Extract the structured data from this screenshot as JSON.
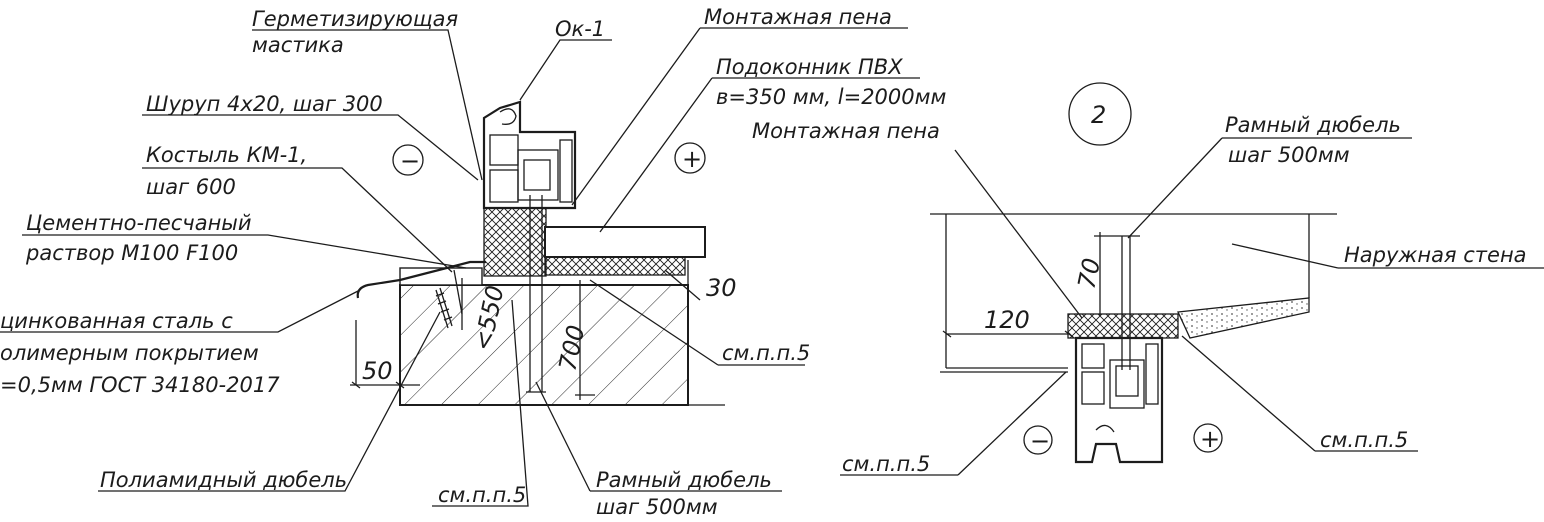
{
  "left_detail": {
    "labels": {
      "sealant": [
        "Герметизирующая",
        "мастика"
      ],
      "window": "Ок-1",
      "foam_top": "Монтажная пена",
      "sill": [
        "Подоконник ПВХ",
        "в=350 мм, l=2000мм"
      ],
      "screw": "Шуруп 4х20, шаг 300",
      "crutch": [
        "Костыль КМ-1,",
        "шаг 600"
      ],
      "mortar": [
        "Цементно-песчаный",
        "раствор М100 F100"
      ],
      "steel": [
        "цинкованная сталь с",
        "олимерным покрытием",
        "=0,5мм ГОСТ 34180-2017"
      ],
      "ref_right": "см.п.п.5",
      "polyamide": "Полиамидный дюбель",
      "ref_bottom": "см.п.п.5",
      "frame_dowel": [
        "Рамный дюбель",
        "шаг 500мм"
      ]
    },
    "dims": {
      "d30": "30",
      "d50": "50",
      "d700": "700",
      "d550": "<550"
    },
    "signs": {
      "minus": "−",
      "plus": "+"
    }
  },
  "right_detail": {
    "section_number": "2",
    "labels": {
      "frame_dowel": [
        "Рамный дюбель",
        "шаг 500мм"
      ],
      "foam": "Монтажная пена",
      "wall": "Наружная стена",
      "ref_right": "см.п.п.5",
      "ref_left": "см.п.п.5"
    },
    "dims": {
      "d70": "70",
      "d120": "120"
    },
    "signs": {
      "minus": "−",
      "plus": "+"
    }
  }
}
